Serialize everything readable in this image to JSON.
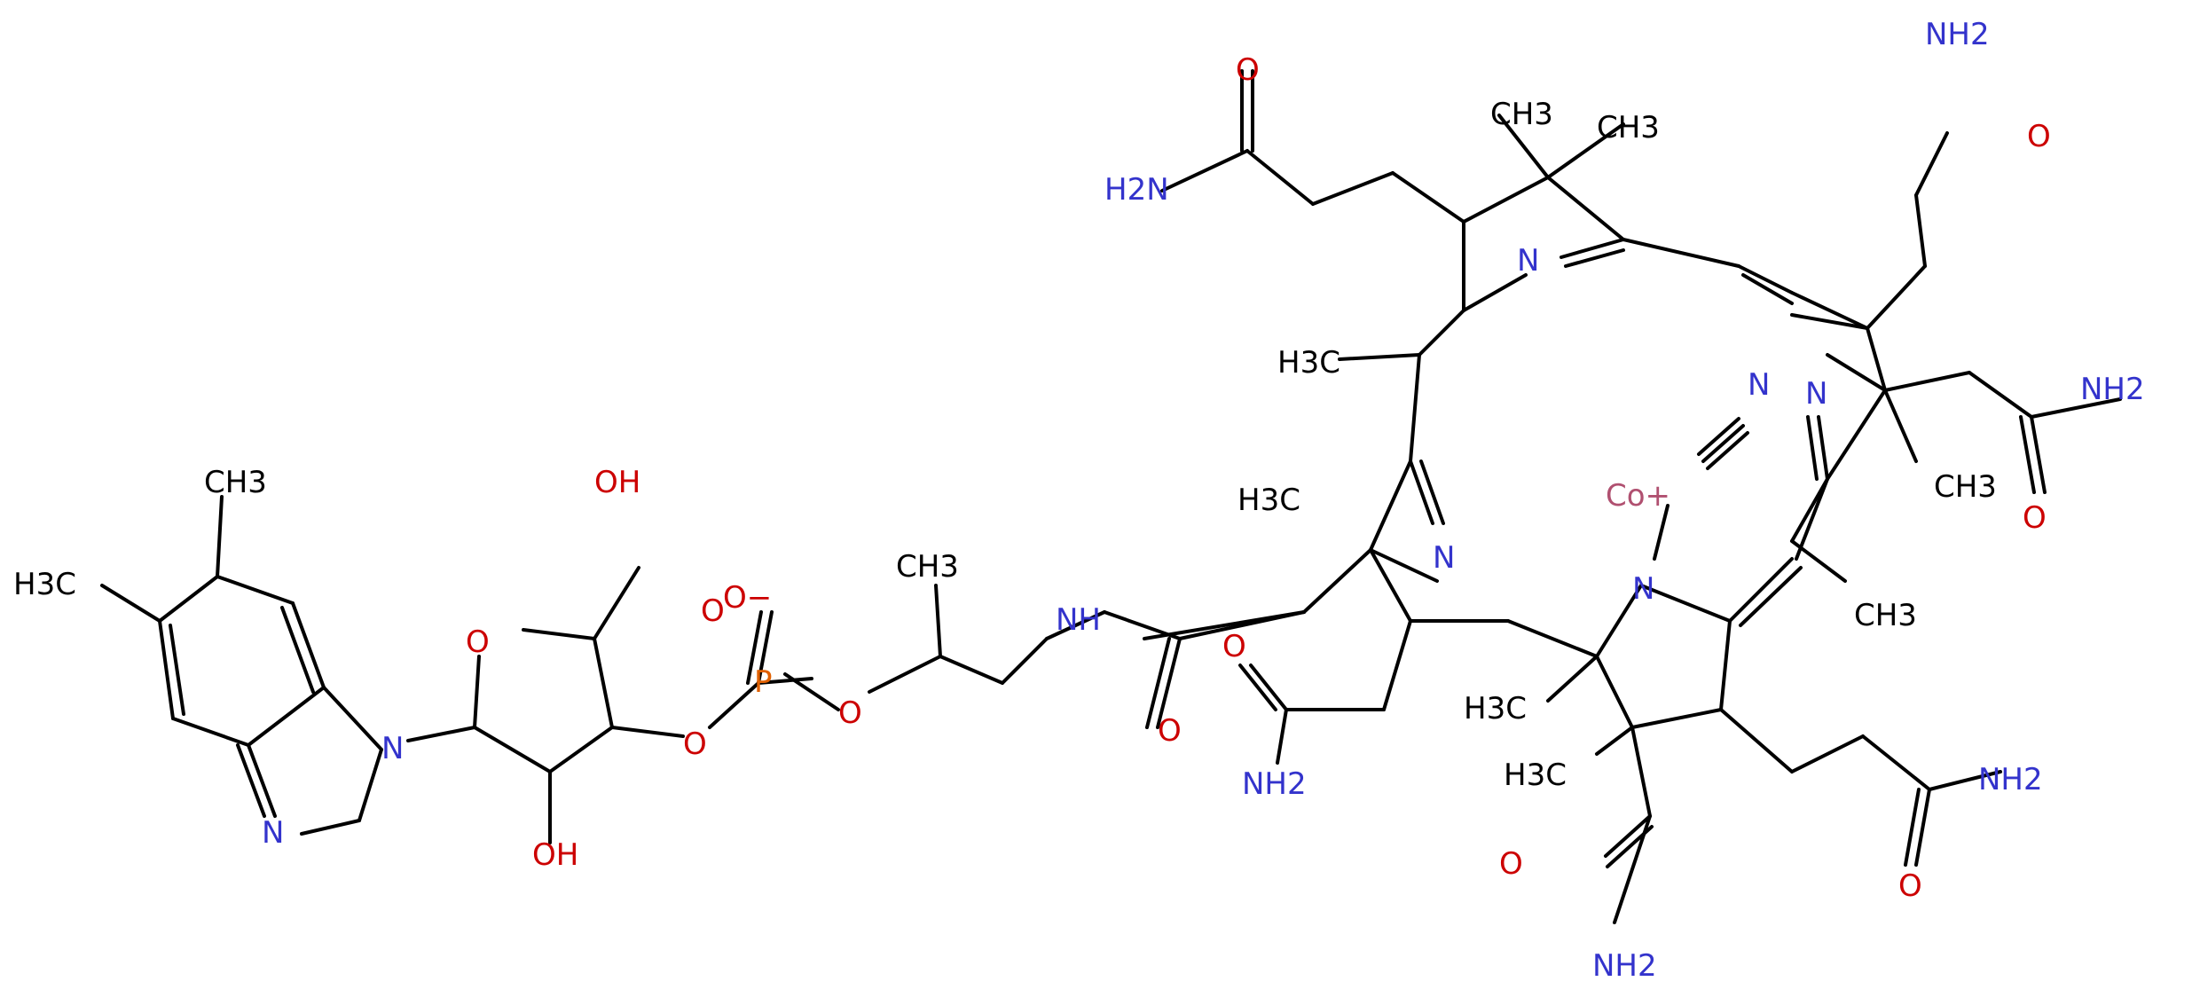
{
  "diagram": {
    "type": "chemical-structure",
    "colors": {
      "bond": "#000000",
      "carbon": "#000000",
      "nitrogen": "#3333cc",
      "oxygen": "#cc0000",
      "phosphorus": "#e06000",
      "cobalt": "#b05070"
    },
    "atom_labels": [
      {
        "id": "o-amide-top-left",
        "text": "O",
        "element": "O"
      },
      {
        "id": "nh2-top-left",
        "text": "H2N",
        "element": "N"
      },
      {
        "id": "me-top-1",
        "text": "CH3",
        "element": "C"
      },
      {
        "id": "me-top-2",
        "text": "CH3",
        "element": "C"
      },
      {
        "id": "n-ring-a",
        "text": "N",
        "element": "N"
      },
      {
        "id": "nh2-top-right",
        "text": "NH2",
        "element": "N"
      },
      {
        "id": "o-amide-top-right",
        "text": "O",
        "element": "O"
      },
      {
        "id": "me-left-mid",
        "text": "H3C",
        "element": "C"
      },
      {
        "id": "n-cyano",
        "text": "N",
        "element": "N"
      },
      {
        "id": "n-ring-b",
        "text": "N",
        "element": "N"
      },
      {
        "id": "nh2-right",
        "text": "NH2",
        "element": "N"
      },
      {
        "id": "co-center",
        "text": "Co+",
        "element": "Co"
      },
      {
        "id": "me-right-1",
        "text": "CH3",
        "element": "C"
      },
      {
        "id": "o-amide-right",
        "text": "O",
        "element": "O"
      },
      {
        "id": "me-h3c-left-ring",
        "text": "H3C",
        "element": "C"
      },
      {
        "id": "n-ring-c",
        "text": "N",
        "element": "N"
      },
      {
        "id": "n-ring-d",
        "text": "N",
        "element": "N"
      },
      {
        "id": "me-right-2",
        "text": "CH3",
        "element": "C"
      },
      {
        "id": "me-bz-top",
        "text": "CH3",
        "element": "C"
      },
      {
        "id": "oh-top",
        "text": "OH",
        "element": "O"
      },
      {
        "id": "me-bz-left",
        "text": "H3C",
        "element": "C"
      },
      {
        "id": "o-phos-minus",
        "text": "O−",
        "element": "O"
      },
      {
        "id": "o-phos-dbl",
        "text": "O",
        "element": "O"
      },
      {
        "id": "me-propyl",
        "text": "CH3",
        "element": "C"
      },
      {
        "id": "nh-amide",
        "text": "NH",
        "element": "N"
      },
      {
        "id": "o-amide-mid-left",
        "text": "O",
        "element": "O"
      },
      {
        "id": "o-ribose-ring",
        "text": "O",
        "element": "O"
      },
      {
        "id": "p-atom",
        "text": "P",
        "element": "P"
      },
      {
        "id": "n-benzimid-1",
        "text": "N",
        "element": "N"
      },
      {
        "id": "o-phos-ester-left",
        "text": "O",
        "element": "O"
      },
      {
        "id": "o-phos-ester-right",
        "text": "O",
        "element": "O"
      },
      {
        "id": "o-amide-link",
        "text": "O",
        "element": "O"
      },
      {
        "id": "h3c-ring-c-lower",
        "text": "H3C",
        "element": "C"
      },
      {
        "id": "nh2-lower-mid",
        "text": "NH2",
        "element": "N"
      },
      {
        "id": "h3c-ring-d-lower",
        "text": "H3C",
        "element": "C"
      },
      {
        "id": "nh2-lower-right",
        "text": "NH2",
        "element": "N"
      },
      {
        "id": "n-benzimid-2",
        "text": "N",
        "element": "N"
      },
      {
        "id": "oh-lower",
        "text": "OH",
        "element": "O"
      },
      {
        "id": "o-amide-lower-mid",
        "text": "O",
        "element": "O"
      },
      {
        "id": "o-amide-lower-right",
        "text": "O",
        "element": "O"
      },
      {
        "id": "nh2-bottom",
        "text": "NH2",
        "element": "N"
      }
    ]
  }
}
